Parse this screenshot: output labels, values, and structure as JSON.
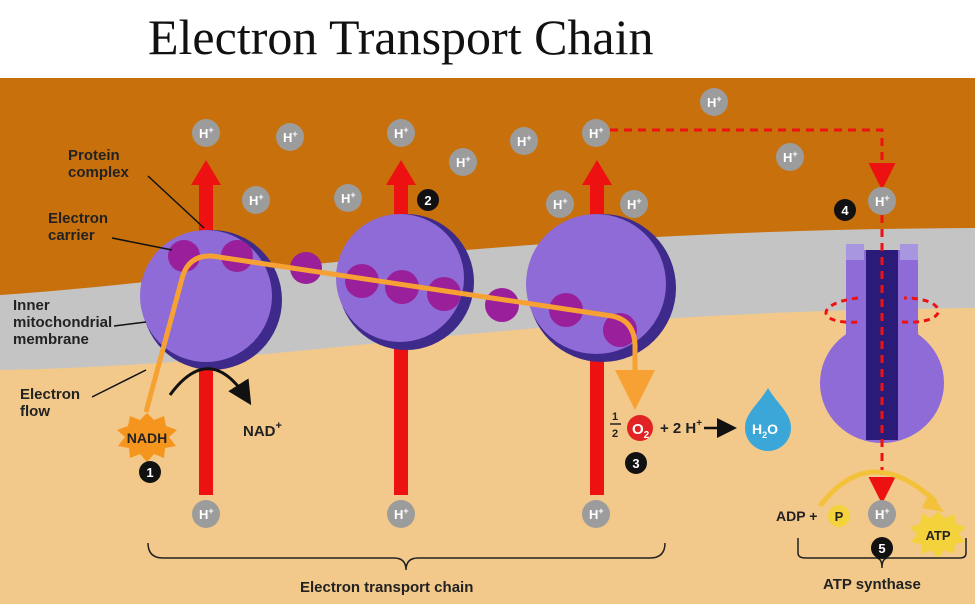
{
  "title": "Electron Transport Chain",
  "labels": {
    "protein_complex_1": "Protein",
    "protein_complex_2": "complex",
    "electron_carrier_1": "Electron",
    "electron_carrier_2": "carrier",
    "membrane_1": "Inner",
    "membrane_2": "mitochondrial",
    "membrane_3": "membrane",
    "electron_flow_1": "Electron",
    "electron_flow_2": "flow",
    "nadh": "NADH",
    "nad_plus": "NAD",
    "nad_plus_sup": "+",
    "half_num": "1",
    "half_den": "2",
    "o2": "O",
    "o2_sub": "2",
    "plus_2h": "+ 2 H",
    "plus_2h_sup": "+",
    "water": "H",
    "water_sub": "2",
    "water_o": "O",
    "adp_plus": "ADP +",
    "phosphate": "P",
    "atp": "ATP",
    "etc_label": "Electron transport chain",
    "atp_synthase": "ATP synthase"
  },
  "proton": {
    "symbol": "H",
    "charge": "+"
  },
  "steps": [
    "1",
    "2",
    "3",
    "4",
    "5"
  ],
  "colors": {
    "intermembrane_space": "#c8700c",
    "membrane": "#c4c4c4",
    "matrix": "#f2c98a",
    "protein": "#8e6bd6",
    "carrier": "#9a1f9a",
    "proton_arrow": "#ee1111",
    "electron_path": "#f7a134",
    "proton_bubble": "#9c9c9c"
  }
}
